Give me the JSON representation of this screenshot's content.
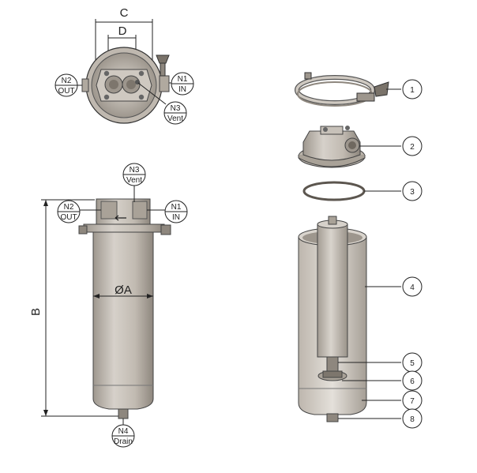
{
  "dimensions": {
    "c": "C",
    "d": "D",
    "a": "ØA",
    "b": "B"
  },
  "nozzles": {
    "top_view": {
      "n2": {
        "id": "N2",
        "label": "OUT"
      },
      "n1": {
        "id": "N1",
        "label": "IN"
      },
      "n3": {
        "id": "N3",
        "label": "Vent"
      }
    },
    "side_view": {
      "n3": {
        "id": "N3",
        "label": "Vent"
      },
      "n2": {
        "id": "N2",
        "label": "OUT"
      },
      "n1": {
        "id": "N1",
        "label": "IN"
      },
      "n4": {
        "id": "N4",
        "label": "Drain"
      }
    }
  },
  "callouts": [
    "1",
    "2",
    "3",
    "4",
    "5",
    "6",
    "7",
    "8"
  ],
  "colors": {
    "metal_light": "#d2cdc6",
    "metal_mid": "#b5aea5",
    "metal_dark": "#8e877e",
    "line": "#222222"
  }
}
